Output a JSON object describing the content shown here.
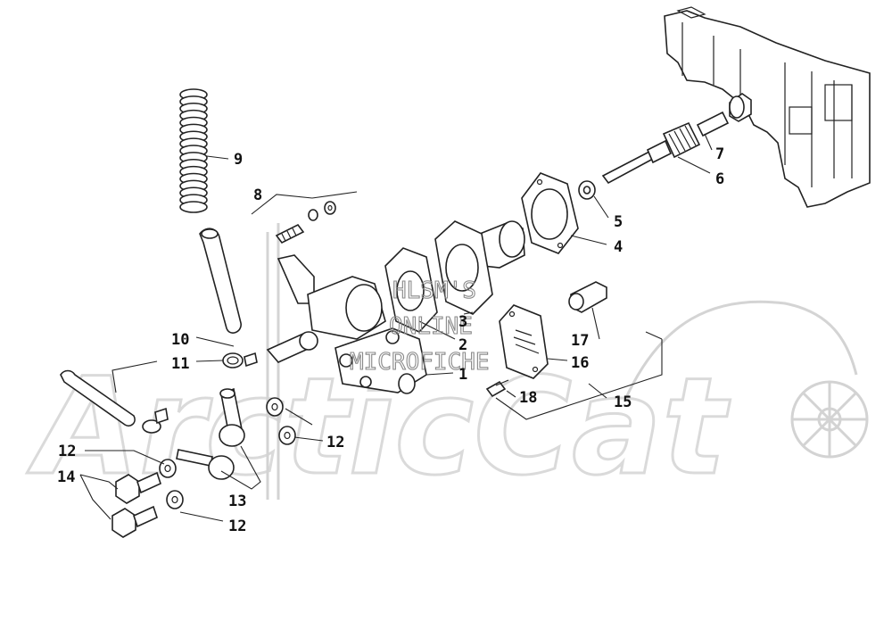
{
  "callouts": {
    "c1": "1",
    "c2": "2",
    "c3": "3",
    "c4": "4",
    "c5": "5",
    "c6": "6",
    "c7": "7",
    "c8": "8",
    "c9": "9",
    "c10": "10",
    "c11": "11",
    "c12a": "12",
    "c12b": "12",
    "c12c": "12",
    "c13": "13",
    "c14": "14",
    "c15": "15",
    "c16": "16",
    "c17": "17",
    "c18": "18"
  },
  "watermark": {
    "line1": "HLSM'S",
    "line2": "ONLINE",
    "line3": "MICROFICHE"
  },
  "background_logo": "ArcticCat"
}
